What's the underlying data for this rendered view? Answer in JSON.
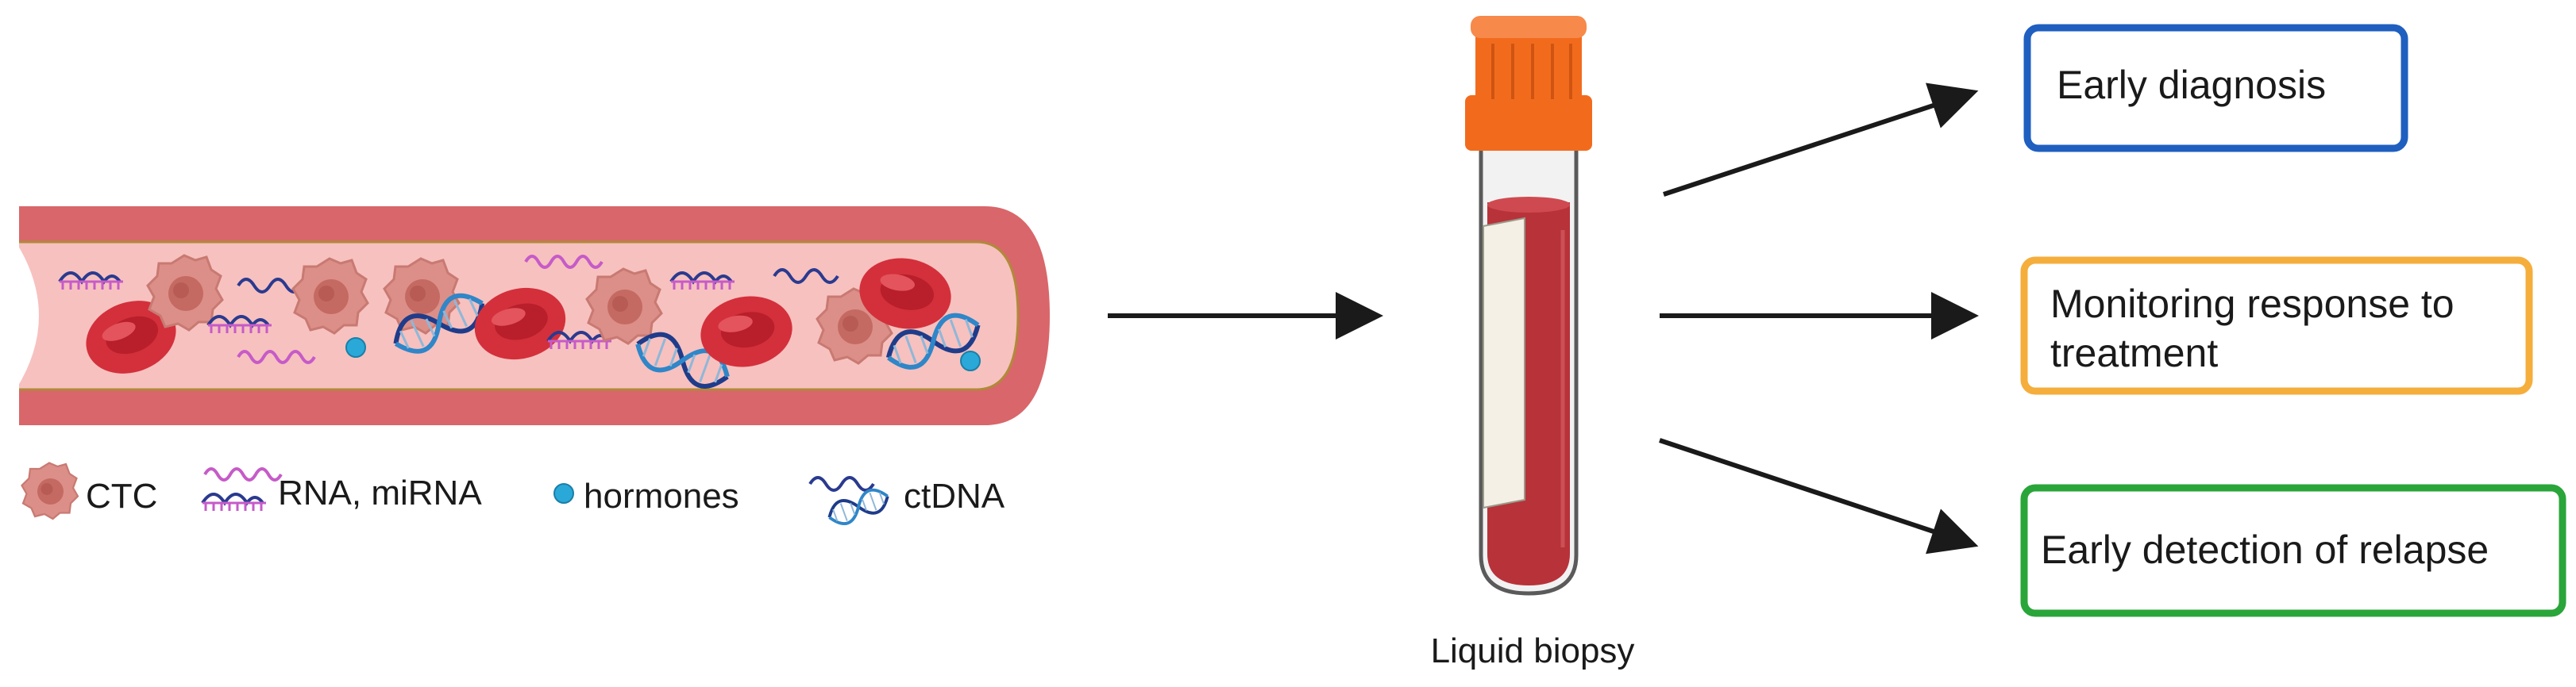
{
  "legend": {
    "ctc": "CTC",
    "rna": "RNA, miRNA",
    "hormones": "hormones",
    "ctdna": "ctDNA"
  },
  "tube_label": "Liquid biopsy",
  "outcomes": [
    {
      "label_lines": [
        "Early diagnosis"
      ],
      "color": "#1f5fbf"
    },
    {
      "label_lines": [
        "Monitoring response to",
        "treatment"
      ],
      "color": "#f5ae3c"
    },
    {
      "label_lines": [
        "Early detection of relapse"
      ],
      "color": "#2aa53a"
    }
  ],
  "colors": {
    "vessel_wall": "#d9666a",
    "vessel_lumen": "#f7c1bf",
    "rbc": "#d3303b",
    "ctc": "#dc8f88",
    "rna": "#c65bc8",
    "dna": "#2a5c8f",
    "hormone": "#2aa9d9",
    "cap": "#f26b1d",
    "blood": "#b8323a",
    "arrow": "#1a1a1a"
  }
}
